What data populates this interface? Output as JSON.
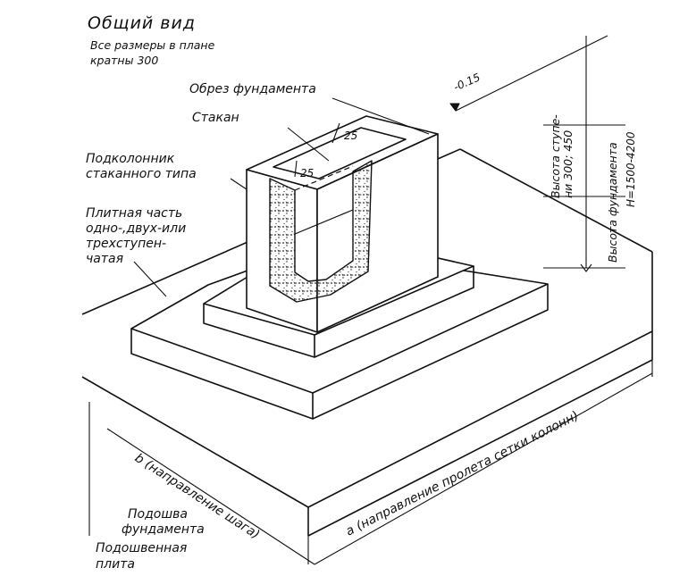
{
  "title": "Общий вид",
  "note_line1": "Все размеры в плане",
  "note_line2": "кратны 300",
  "labels": {
    "obrez": "Обрез фундамента",
    "stakan": "Стакан",
    "podkolonnik_line1": "Подколонник",
    "podkolonnik_line2": "стаканного типа",
    "plita_line1": "Плитная часть",
    "plita_line2": "одно-,двух-или",
    "plita_line3": "трехступен-",
    "plita_line4": "чатая",
    "podoshva_line1": "Подошва",
    "podoshva_line2": "фундамента",
    "podoshvennaya_line1": "Подошвенная",
    "podoshvennaya_line2": "плита"
  },
  "dimensions": {
    "level": "-0.15",
    "wall1": "25",
    "wall2": "25",
    "step_height_line1": "Высота ступе-",
    "step_height_line2": "ни 300; 450",
    "foundation_height": "Высота фундамента",
    "h_range": "H=1500-4200",
    "a_axis": "a (направление пролета сетки колонн)",
    "b_axis": "b (направление шага)"
  }
}
